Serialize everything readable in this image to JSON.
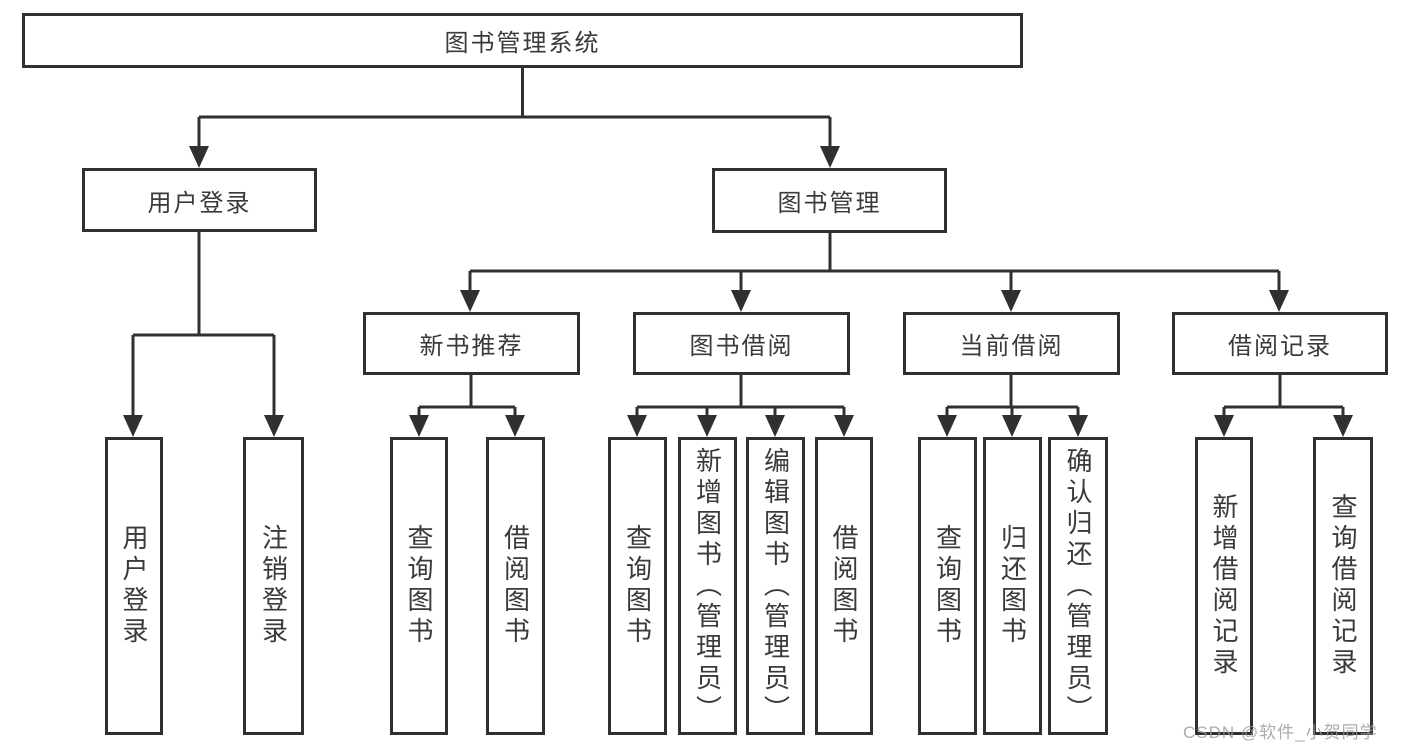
{
  "title_box": "图书管理系统",
  "user_login": {
    "label": "用户登录",
    "children": [
      "用户登录",
      "注销登录"
    ]
  },
  "book_management": {
    "label": "图书管理",
    "sections": [
      {
        "label": "新书推荐",
        "children": [
          "查询图书",
          "借阅图书"
        ]
      },
      {
        "label": "图书借阅",
        "children": [
          "查询图书",
          "新增图书（管理员）",
          "编辑图书（管理员）",
          "借阅图书"
        ]
      },
      {
        "label": "当前借阅",
        "children": [
          "查询图书",
          "归还图书",
          "确认归还（管理员）"
        ]
      },
      {
        "label": "借阅记录",
        "children": [
          "新增借阅记录",
          "查询借阅记录"
        ]
      }
    ]
  },
  "watermark": "CSDN @软件_小贺同学",
  "colors": {
    "line": "#303030",
    "box_border": "#303030",
    "box_fill": "#ffffff",
    "text": "#3a3a3a",
    "watermark": "#969696",
    "background": "#ffffff"
  }
}
